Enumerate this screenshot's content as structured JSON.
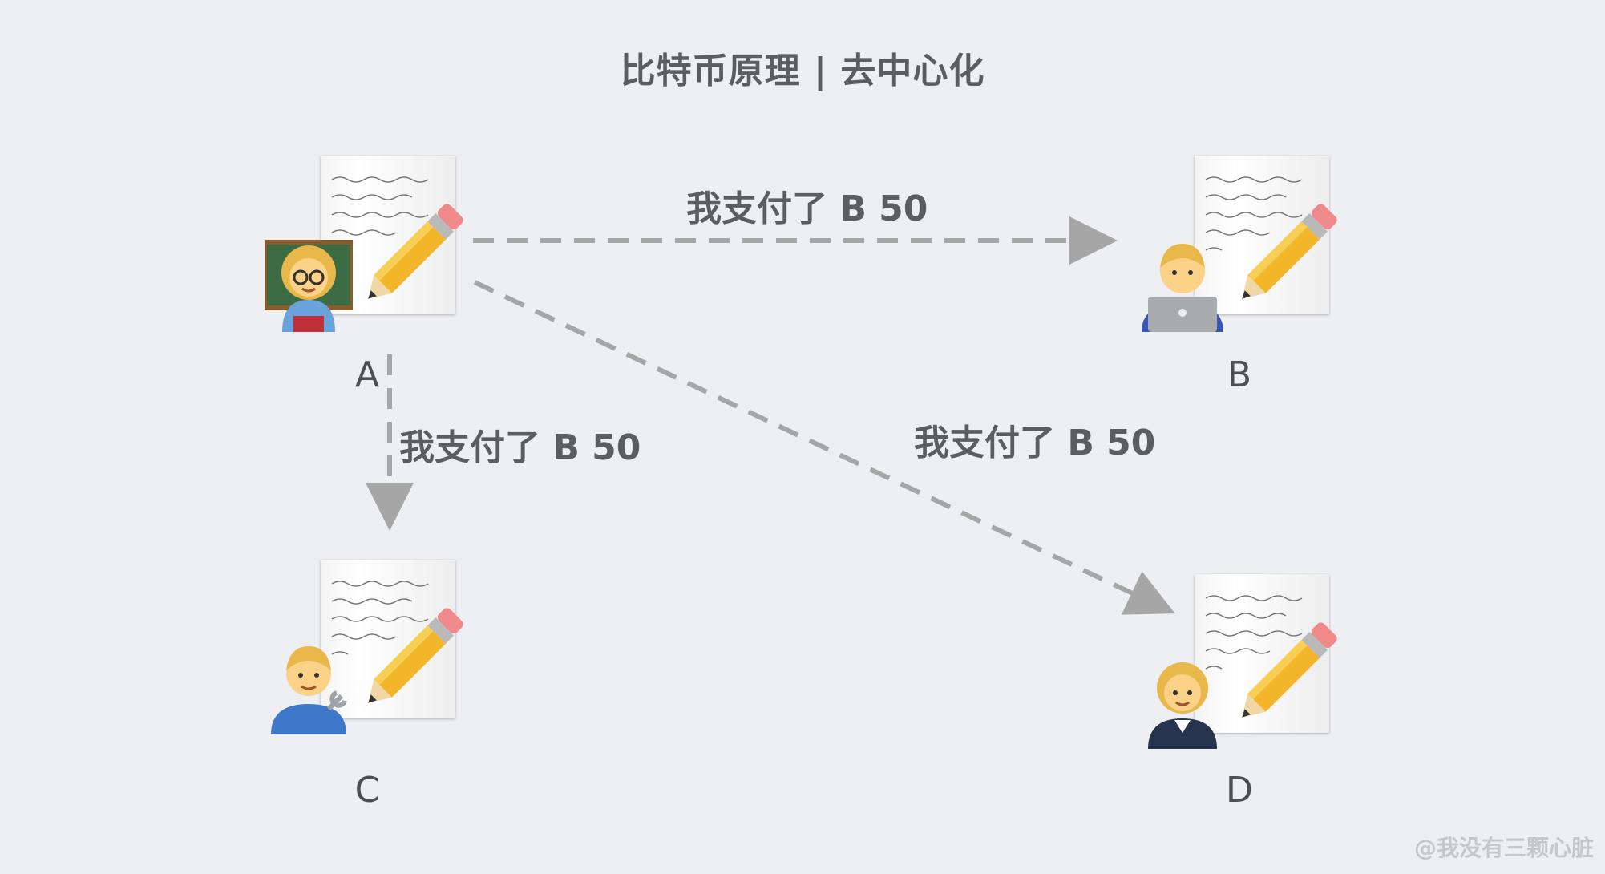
{
  "title": "比特币原理 | 去中心化",
  "nodes": {
    "a": {
      "label": "A",
      "person_icon": "teacher-woman-icon"
    },
    "b": {
      "label": "B",
      "person_icon": "technologist-man-icon"
    },
    "c": {
      "label": "C",
      "person_icon": "mechanic-man-icon"
    },
    "d": {
      "label": "D",
      "person_icon": "office-worker-woman-icon"
    }
  },
  "edges": [
    {
      "from": "A",
      "to": "B",
      "label": "我支付了 B 50"
    },
    {
      "from": "A",
      "to": "C",
      "label": "我支付了 B 50"
    },
    {
      "from": "A",
      "to": "D",
      "label": "我支付了 B 50"
    }
  ],
  "ledger_icon": "memo-pencil-icon",
  "watermark": "@我没有三颗心脏",
  "colors": {
    "background": "#eeeff3",
    "arrow": "#a6a6a6",
    "text": "#5b5d61"
  }
}
